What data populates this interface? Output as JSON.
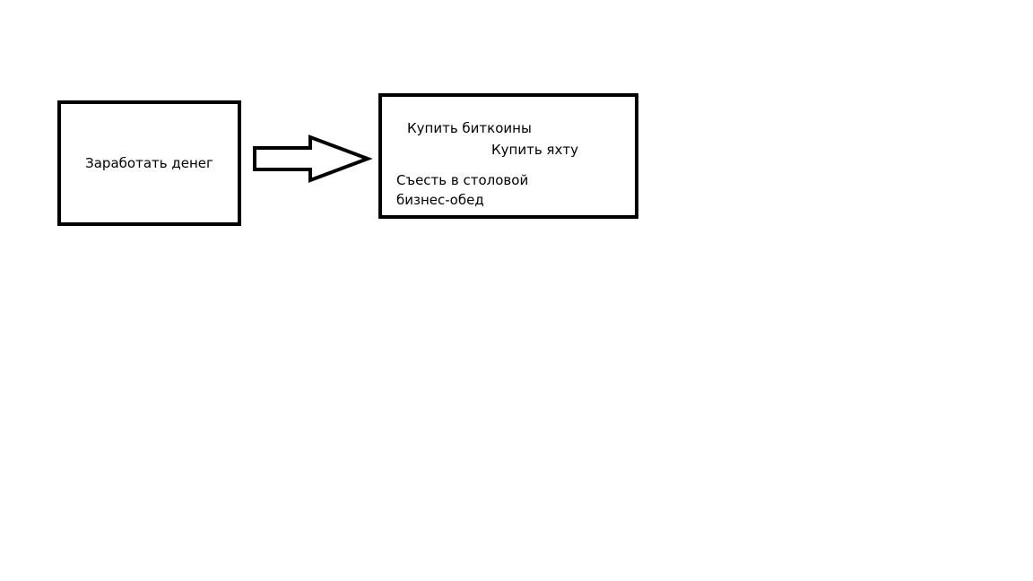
{
  "diagram": {
    "source": {
      "label": "Заработать денег"
    },
    "target": {
      "items": [
        "Купить биткоины",
        "Купить яхту",
        "Съесть в столовой бизнес-обед"
      ],
      "item_lines": {
        "third_line_1": "Съесть в столовой",
        "third_line_2": "бизнес-обед"
      }
    },
    "arrow": {
      "direction": "right",
      "icon": "hollow-block-arrow-icon"
    }
  },
  "colors": {
    "stroke": "#000000",
    "background": "#ffffff"
  }
}
